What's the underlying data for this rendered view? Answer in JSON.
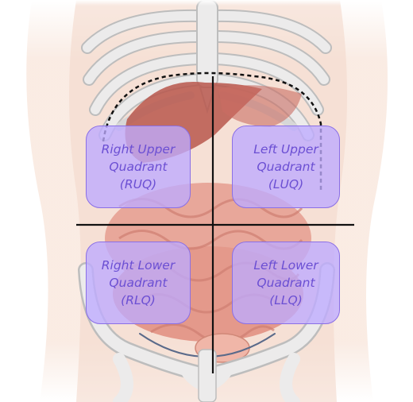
{
  "quadrants": {
    "ruq": {
      "line1": "Right Upper",
      "line2": "Quadrant",
      "line3": "(RUQ)"
    },
    "luq": {
      "line1": "Left Upper",
      "line2": "Quadrant",
      "line3": "(LUQ)"
    },
    "rlq": {
      "line1": "Right Lower",
      "line2": "Quadrant",
      "line3": "(RLQ)"
    },
    "llq": {
      "line1": "Left Lower",
      "line2": "Quadrant",
      "line3": "(LLQ)"
    }
  },
  "colors": {
    "quadrant_fill": "#beaaff",
    "quadrant_border": "#8a6fe6",
    "quadrant_text": "#6b4fd3",
    "divider_line": "#111111",
    "bone": "#ecebeb",
    "bone_outline": "#bdbdbd",
    "skin": "#f7e2d6",
    "organs": "#e8a79a",
    "liver": "#b8574c"
  }
}
